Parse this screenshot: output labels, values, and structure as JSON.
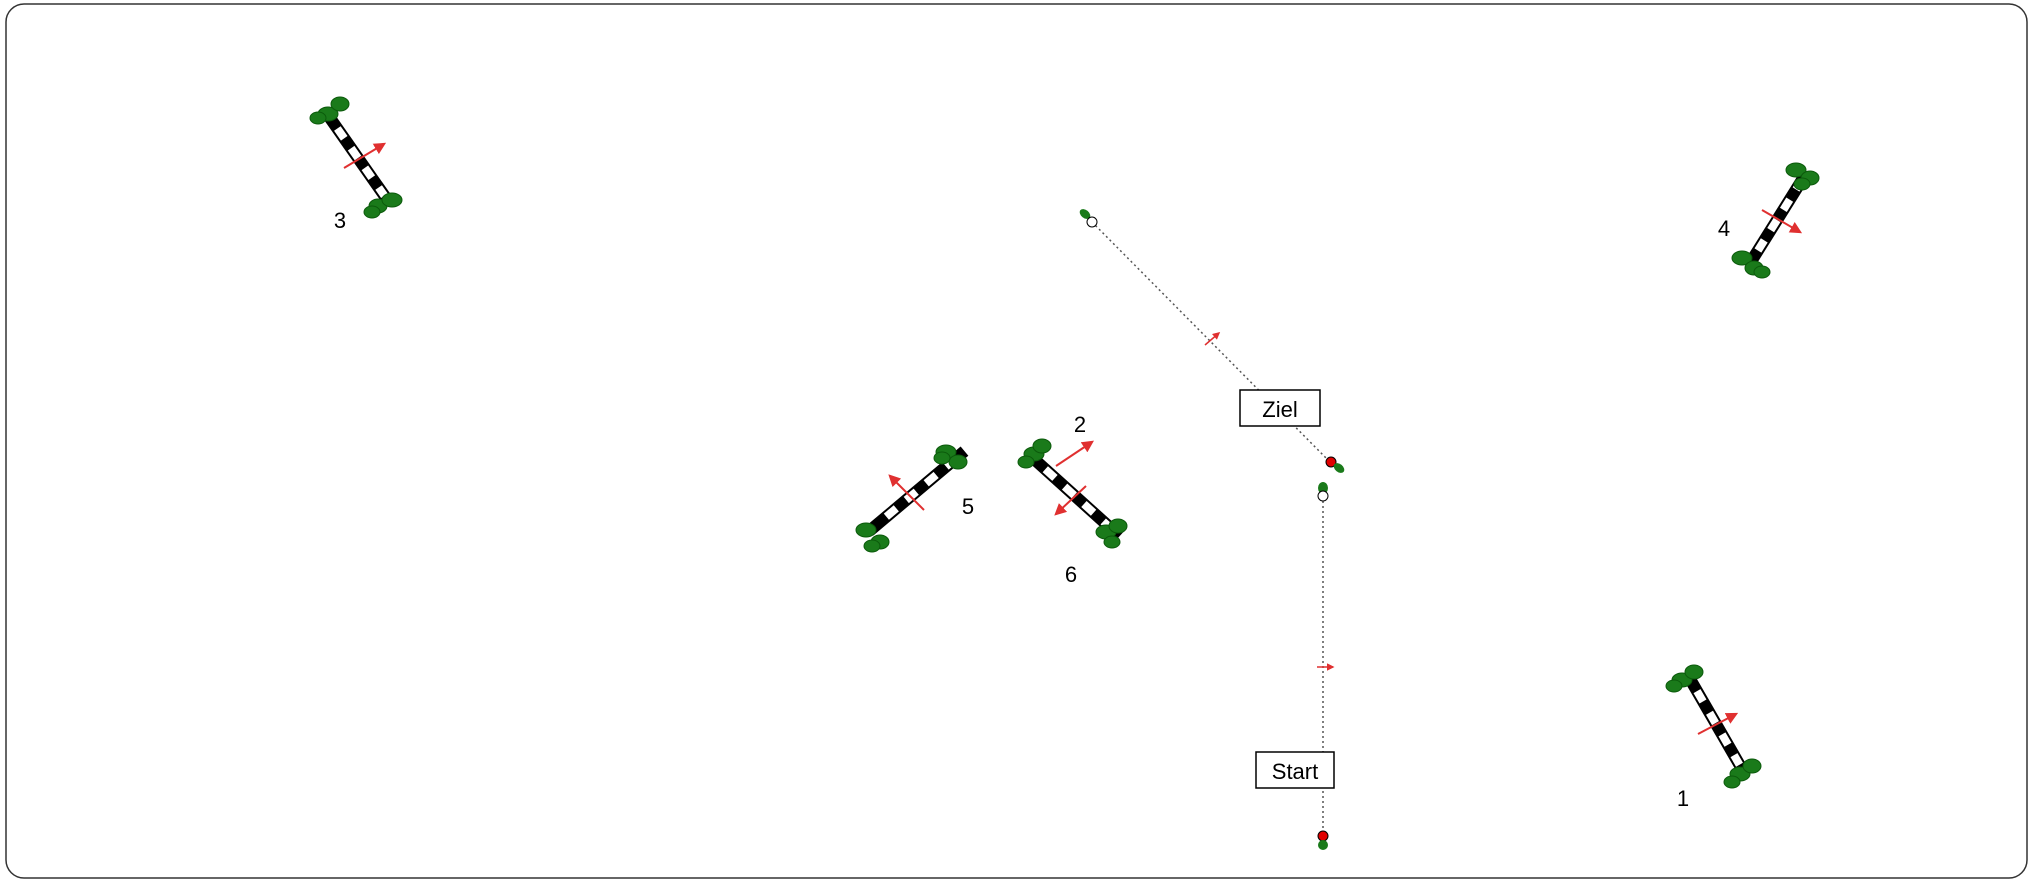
{
  "course": {
    "labels": {
      "start": "Start",
      "finish": "Ziel"
    },
    "obstacles": [
      {
        "number": "1"
      },
      {
        "number": "2"
      },
      {
        "number": "3"
      },
      {
        "number": "4"
      },
      {
        "number": "5"
      },
      {
        "number": "6"
      }
    ]
  },
  "colors": {
    "frame": "#333333",
    "pole_dark": "#000000",
    "pole_light": "#ffffff",
    "foliage": "#1a7a1a",
    "foliage_dark": "#0b5a0b",
    "arrow": "#e03030",
    "marker_start": "#e00000",
    "path": "#555555"
  }
}
